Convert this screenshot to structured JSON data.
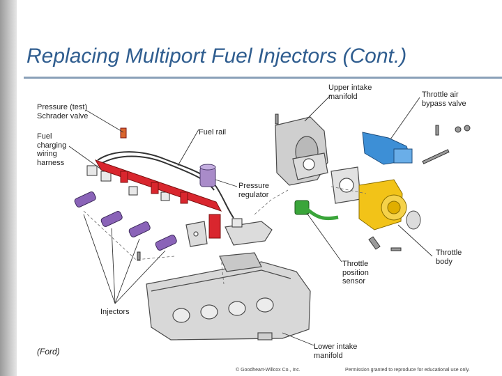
{
  "slide": {
    "title": "Replacing Multiport Fuel Injectors (Cont.)",
    "credit": "(Ford)",
    "copyright": "© Goodheart-Willcox Co., Inc.",
    "permission": "Permission granted to reproduce for educational use only."
  },
  "diagram": {
    "labels": {
      "pressure_schrader": "Pressure (test)\nSchrader valve",
      "fuel_harness": "Fuel\ncharging\nwiring\nharness",
      "fuel_rail": "Fuel rail",
      "pressure_regulator": "Pressure\nregulator",
      "upper_manifold": "Upper intake\nmanifold",
      "throttle_air_bypass": "Throttle air\nbypass valve",
      "throttle_body": "Throttle\nbody",
      "throttle_sensor": "Throttle\nposition\nsensor",
      "injectors": "Injectors",
      "lower_manifold": "Lower intake\nmanifold"
    },
    "colors": {
      "fuel_rail": "#d9262e",
      "injectors": "#8a63b8",
      "regulator": "#a98bc9",
      "throttle_air_bypass": "#3d8fd6",
      "throttle_body": "#f2c318",
      "throttle_sensor": "#3aa53a",
      "metal": "#d4d4d4",
      "outline": "#4a4a4a"
    }
  }
}
